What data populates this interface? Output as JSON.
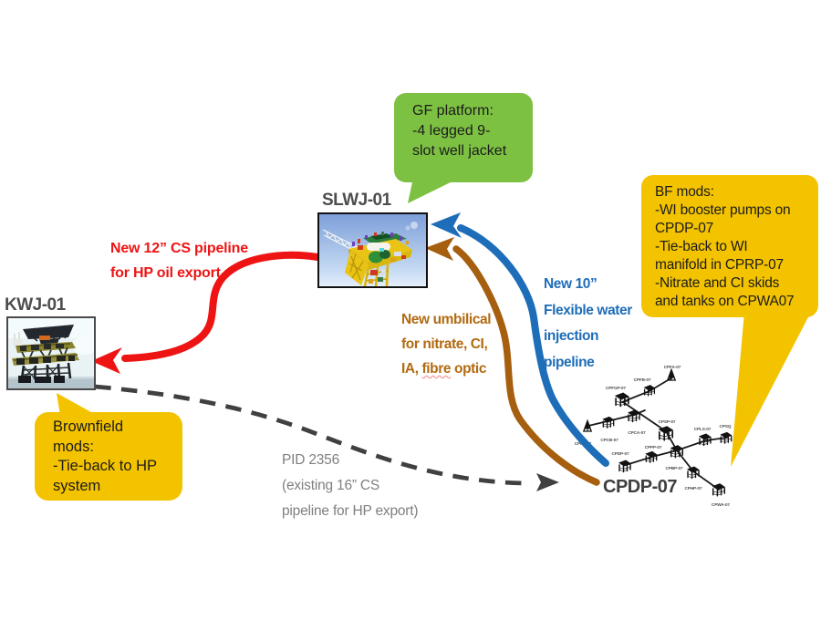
{
  "bubbles": {
    "gf": {
      "text": "GF platform:\n-4 legged 9-\nslot well jacket",
      "bg": "#7dc142"
    },
    "brownfield": {
      "text": "Brownfield\nmods:\n-Tie-back to HP\nsystem",
      "bg": "#f4c300"
    },
    "bf_mods": {
      "text": "BF mods:\n-WI booster pumps on\nCPDP-07\n-Tie-back to WI\nmanifold in CPRP-07\n-Nitrate and CI skids\nand tanks on CPWA07",
      "bg": "#f4c300"
    }
  },
  "platforms": {
    "slwj": {
      "label": "SLWJ-01"
    },
    "kwj": {
      "label": "KWJ-01"
    },
    "cpdp": {
      "label": "CPDP-07"
    }
  },
  "pipelines": {
    "oil": {
      "label": "New 12” CS pipeline\nfor HP oil export",
      "color": "#ee1414"
    },
    "water": {
      "label": "New 10”\nFlexible water\ninjection\npipeline",
      "color": "#1e6db8"
    },
    "umbilical": {
      "line1": "New umbilical",
      "line2": "for nitrate, CI,",
      "line3_pre": "IA, ",
      "line3_misspelled": "fibre",
      "line3_post": " optic",
      "color": "#b26a10"
    },
    "existing": {
      "label": "PID 2356\n(existing 16” CS\npipeline for HP export)",
      "color": "#7f7f7f"
    }
  },
  "network": {
    "nodes": [
      {
        "label": "CPFA-07"
      },
      {
        "label": "CPFB-07"
      },
      {
        "label": "CPFGP-07"
      },
      {
        "label": "CPCA-07"
      },
      {
        "label": "CPCB-07"
      },
      {
        "label": "CPFE-07"
      },
      {
        "label": "CPSP-07"
      },
      {
        "label": "CPLS-07"
      },
      {
        "label": "CPSQ"
      },
      {
        "label": "CPPP-07"
      },
      {
        "label": "CPDP-07"
      },
      {
        "label": "CPBP-07"
      },
      {
        "label": "CPHP-07"
      },
      {
        "label": "CPWA-07"
      }
    ]
  }
}
